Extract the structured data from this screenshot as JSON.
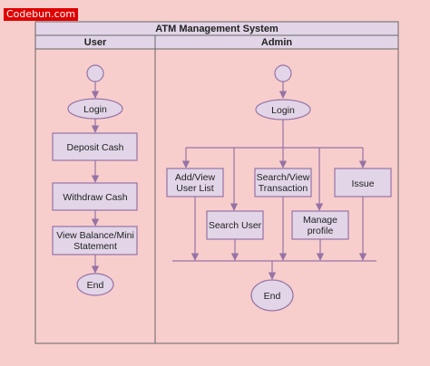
{
  "logo": "Codebun.com",
  "diagram": {
    "title": "ATM Management System",
    "lanes": {
      "user": "User",
      "admin": "Admin"
    },
    "user": {
      "login": "Login",
      "deposit": "Deposit Cash",
      "withdraw": "Withdraw Cash",
      "view_balance_1": "View Balance/Mini",
      "view_balance_2": "Statement",
      "end": "End"
    },
    "admin": {
      "login": "Login",
      "add_view_1": "Add/View",
      "add_view_2": "User List",
      "search_user": "Search User",
      "search_view_1": "Search/View",
      "search_view_2": "Transaction",
      "manage_1": "Manage",
      "manage_2": "profile",
      "issue": "Issue",
      "end": "End"
    }
  },
  "colors": {
    "background": "#f8cecc",
    "node_fill": "#e1d5e7",
    "node_stroke": "#9673a6",
    "logo_bg": "#e00000"
  }
}
